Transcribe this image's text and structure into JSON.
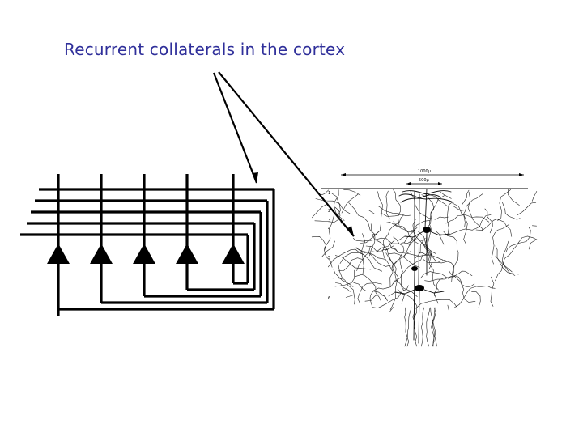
{
  "title": "Recurrent collaterals in the cortex",
  "colors": {
    "title": "#2f2f9a",
    "lines": "#000000"
  },
  "figure": {
    "scale_outer": "1000µ",
    "scale_inner": "500µ",
    "layers": [
      "1",
      "2",
      "3",
      "4",
      "5",
      "6"
    ]
  }
}
